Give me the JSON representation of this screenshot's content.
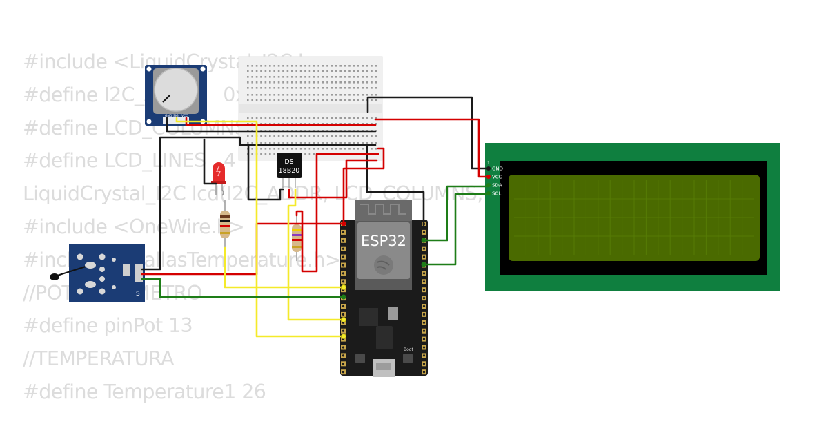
{
  "code": {
    "lines": [
      "#include <LiquidCrystal_I2C.h>",
      "#define I2C_ADDR    0x27",
      "#define LCD_COLUMNS 20",
      "#define LCD_LINES   4",
      "LiquidCrystal_I2C lcd(I2C_ADDR, LCD_COLUMNS, LCD_LINES);",
      "#include <OneWire.h>",
      "#include <DallasTemperature.h>",
      "//POTENCIOMETRO",
      "#define pinPot 13",
      "//TEMPERATURA",
      "#define Temperature1 26"
    ]
  },
  "components": {
    "potentiometer": {
      "pins": [
        "GND",
        "SIG",
        "VCC"
      ]
    },
    "ds18b20": {
      "line1": "DS",
      "line2": "18B20"
    },
    "esp32": {
      "label": "ESP32",
      "boot_label": "Boot"
    },
    "lcd": {
      "pin_number": "1",
      "pins": [
        "GND",
        "VCC",
        "SDA",
        "SCL"
      ]
    },
    "temp_sensor_module": {
      "pin_label": "S"
    }
  },
  "colors": {
    "wire_black": "#1a1a1a",
    "wire_red": "#d40000",
    "wire_yellow": "#f4ea2a",
    "wire_green": "#1e7d18",
    "lcd_board": "#0f7f3f",
    "lcd_screen": "#4a6a00",
    "module_blue": "#1b3c75",
    "esp32_board": "#1b1b1b"
  }
}
